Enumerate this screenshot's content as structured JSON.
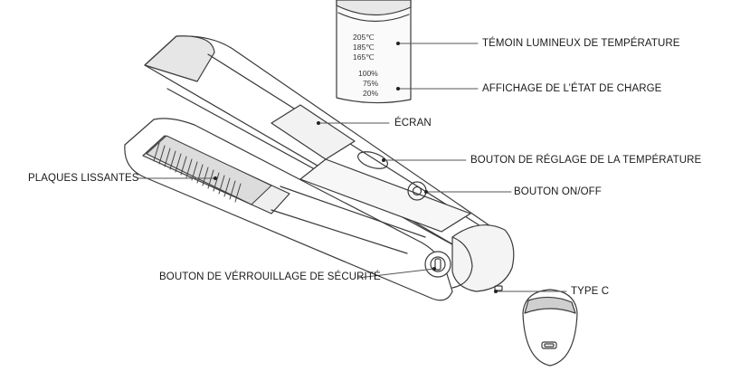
{
  "diagram": {
    "callouts": {
      "temp_indicator": "TÉMOIN LUMINEUX DE TEMPÉRATURE",
      "charge_display": "AFFICHAGE DE L’ÉTAT DE CHARGE",
      "screen": "ÉCRAN",
      "temp_button": "BOUTON DE RÉGLAGE DE LA TEMPÉRATURE",
      "power_button": "BOUTON ON/OFF",
      "plates": "PLAQUES LISSANTES",
      "safety_lock": "BOUTON DE VÉRROUILLAGE DE SÉCURITÉ",
      "usb": "TYPE C"
    },
    "temperature_levels": [
      "205℃",
      "185℃",
      "165℃"
    ],
    "charge_levels": [
      "100%",
      "75%",
      "20%"
    ]
  }
}
